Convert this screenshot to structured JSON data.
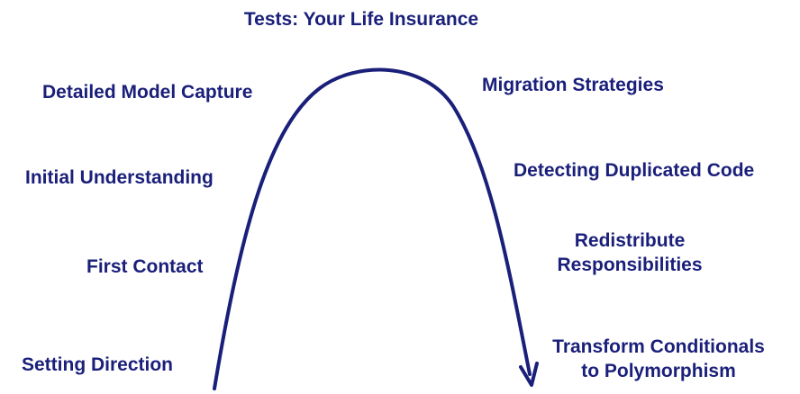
{
  "title": "Tests: Your Life Insurance",
  "left_labels": [
    "Detailed Model Capture",
    "Initial Understanding",
    "First Contact",
    "Setting Direction"
  ],
  "right_labels": [
    "Migration Strategies",
    "Detecting Duplicated Code",
    [
      "Redistribute",
      "Responsibilities"
    ],
    [
      "Transform Conditionals",
      "to Polymorphism"
    ]
  ],
  "colors": {
    "text": "#1a1f7a",
    "arc": "#1a1f7a",
    "background": "#ffffff"
  },
  "icons": [
    "arc-arrow-icon"
  ]
}
